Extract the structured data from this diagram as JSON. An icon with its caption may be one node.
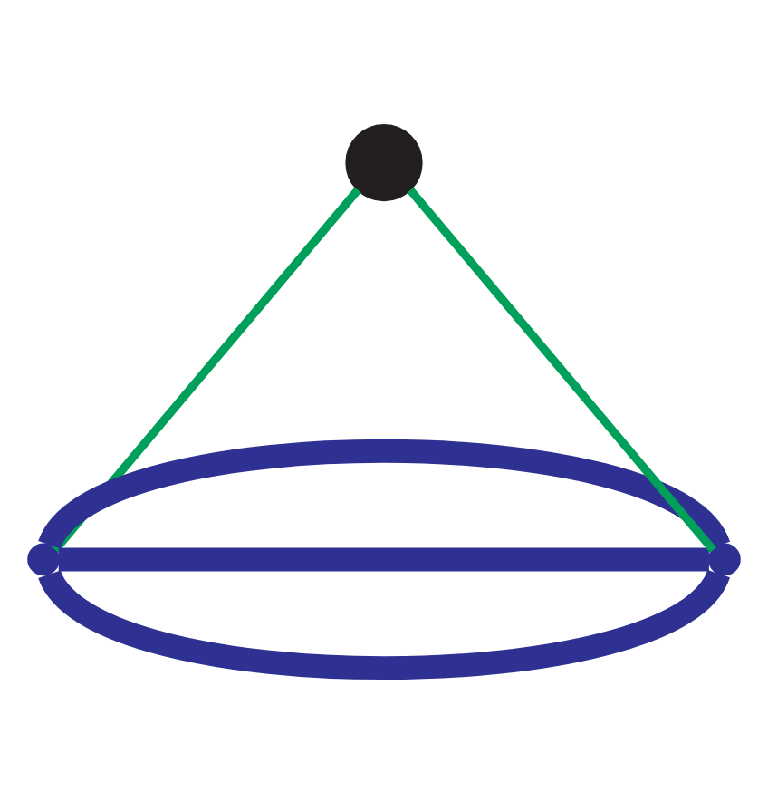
{
  "diagram": {
    "nodes": [
      {
        "text": [],
        "shape": "point"
      },
      {
        "text": [],
        "shape": "circle"
      },
      {
        "text": [],
        "shape": "point"
      }
    ],
    "edges": [
      {
        "from": 0,
        "to": 2,
        "arrow": "none"
      },
      {
        "from": 0,
        "to": 2,
        "arrow": "none"
      },
      {
        "from": 0,
        "to": 2,
        "arrow": "none"
      },
      {
        "from": 0,
        "to": 1,
        "arrow": "none",
        "color": "#00a05a"
      },
      {
        "from": 1,
        "to": 2,
        "arrow": "none",
        "color": "#00a05a"
      }
    ]
  }
}
